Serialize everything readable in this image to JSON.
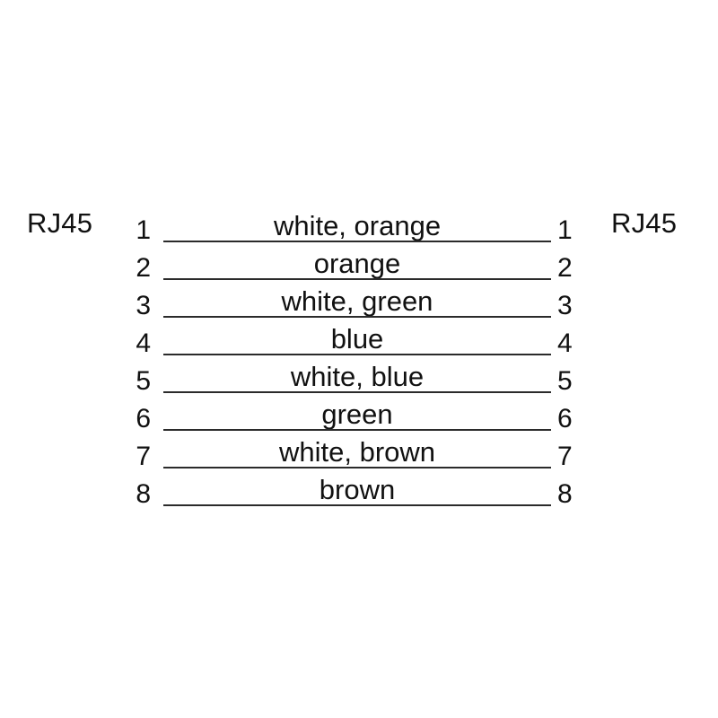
{
  "diagram": {
    "type": "rj45-straight-through-wiring",
    "background_color": "#ffffff",
    "line_color": "#2b2b2b",
    "text_color": "#111111",
    "connector_left": {
      "label": "RJ45"
    },
    "connector_right": {
      "label": "RJ45"
    },
    "rows": [
      {
        "pin_left": "1",
        "pin_right": "1",
        "wire": "white, orange"
      },
      {
        "pin_left": "2",
        "pin_right": "2",
        "wire": "orange"
      },
      {
        "pin_left": "3",
        "pin_right": "3",
        "wire": "white, green"
      },
      {
        "pin_left": "4",
        "pin_right": "4",
        "wire": "blue"
      },
      {
        "pin_left": "5",
        "pin_right": "5",
        "wire": "white, blue"
      },
      {
        "pin_left": "6",
        "pin_right": "6",
        "wire": "green"
      },
      {
        "pin_left": "7",
        "pin_right": "7",
        "wire": "white, brown"
      },
      {
        "pin_left": "8",
        "pin_right": "8",
        "wire": "brown"
      }
    ]
  }
}
